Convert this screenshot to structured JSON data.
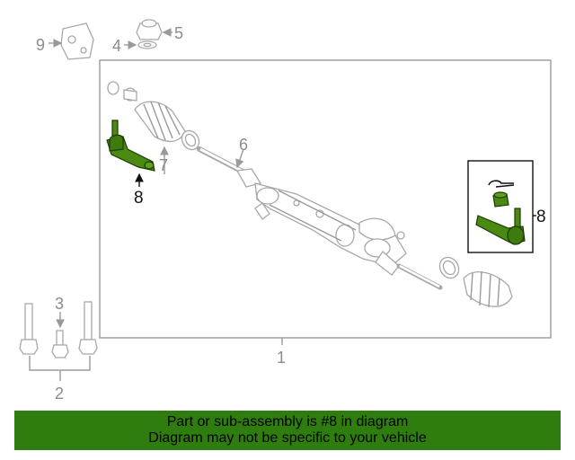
{
  "callouts": {
    "c1": "1",
    "c2": "2",
    "c3": "3",
    "c4": "4",
    "c5": "5",
    "c6": "6",
    "c7": "7",
    "c8_left": "8",
    "c8_right": "8",
    "c9": "9"
  },
  "banner": {
    "line1": "Part or sub-assembly is #8 in diagram",
    "line2": "Diagram may not be specific to your vehicle"
  },
  "colors": {
    "highlight_part": "#4a8a12",
    "banner_bg": "#2f7d0f",
    "line_art": "#a8a8a8"
  }
}
